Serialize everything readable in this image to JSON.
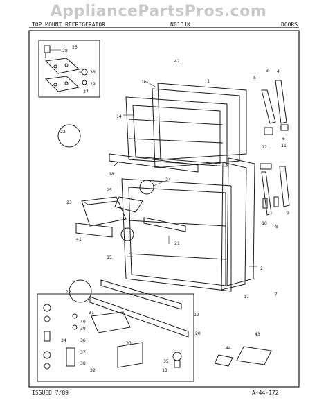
{
  "watermark": "AppliancePartsPros.com",
  "header": {
    "model_text": "TOP MOUNT REFRIGERATOR",
    "model_no": "N01OJK",
    "section": "DOORS"
  },
  "footer": {
    "issued": "ISSUED 7/89",
    "page_ref": "A-44-172"
  },
  "callouts": [
    "1",
    "2",
    "3",
    "4",
    "5",
    "6",
    "7",
    "8",
    "9",
    "10",
    "11",
    "12",
    "13",
    "14",
    "15",
    "16",
    "17",
    "18",
    "19",
    "20",
    "21",
    "22",
    "23",
    "24",
    "25",
    "26",
    "27",
    "28",
    "29",
    "30",
    "31",
    "32",
    "33",
    "34",
    "35",
    "36",
    "37",
    "38",
    "39",
    "40",
    "41",
    "42",
    "43",
    "44"
  ],
  "callout_22_bottom": "22",
  "callout_7": "7",
  "colors": {
    "line": "#1a1a1a",
    "watermark": "#c9c9c9",
    "background": "#ffffff"
  }
}
